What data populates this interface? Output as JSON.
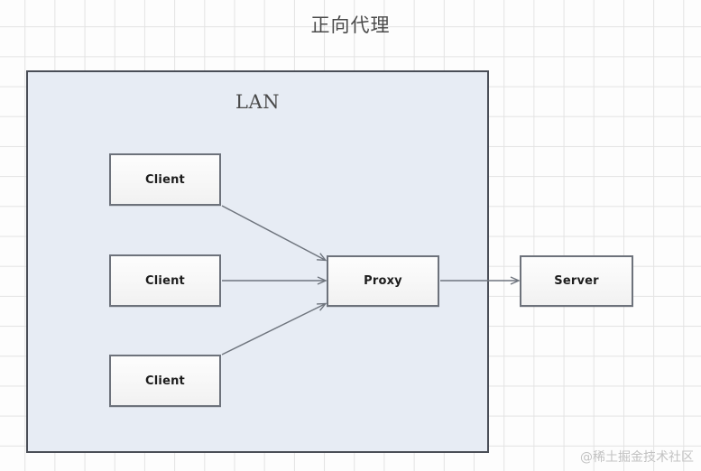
{
  "diagram": {
    "title": "正向代理",
    "watermark": "@稀土掘金技术社区",
    "container": {
      "label": "LAN",
      "fill": "#e7ecf4",
      "stroke": "#4a4e57"
    },
    "nodes": {
      "client_1": "Client",
      "client_2": "Client",
      "client_3": "Client",
      "proxy": "Proxy",
      "server": "Server"
    },
    "node_style": {
      "fill": "#f7f7f7",
      "stroke": "#6d727b",
      "text_color": "#1d1d1d"
    },
    "edges": [
      {
        "from": "client_1",
        "to": "proxy",
        "shape": "diagonal-down",
        "arrow": "end"
      },
      {
        "from": "client_2",
        "to": "proxy",
        "shape": "horizontal",
        "arrow": "end"
      },
      {
        "from": "client_3",
        "to": "proxy",
        "shape": "diagonal-up",
        "arrow": "end"
      },
      {
        "from": "proxy",
        "to": "server",
        "shape": "horizontal",
        "arrow": "end"
      }
    ],
    "edge_color": "#6f757e",
    "background": {
      "grid_color": "#e3e3e3",
      "page_color": "#fdfdfd",
      "grid_size": 33
    }
  }
}
